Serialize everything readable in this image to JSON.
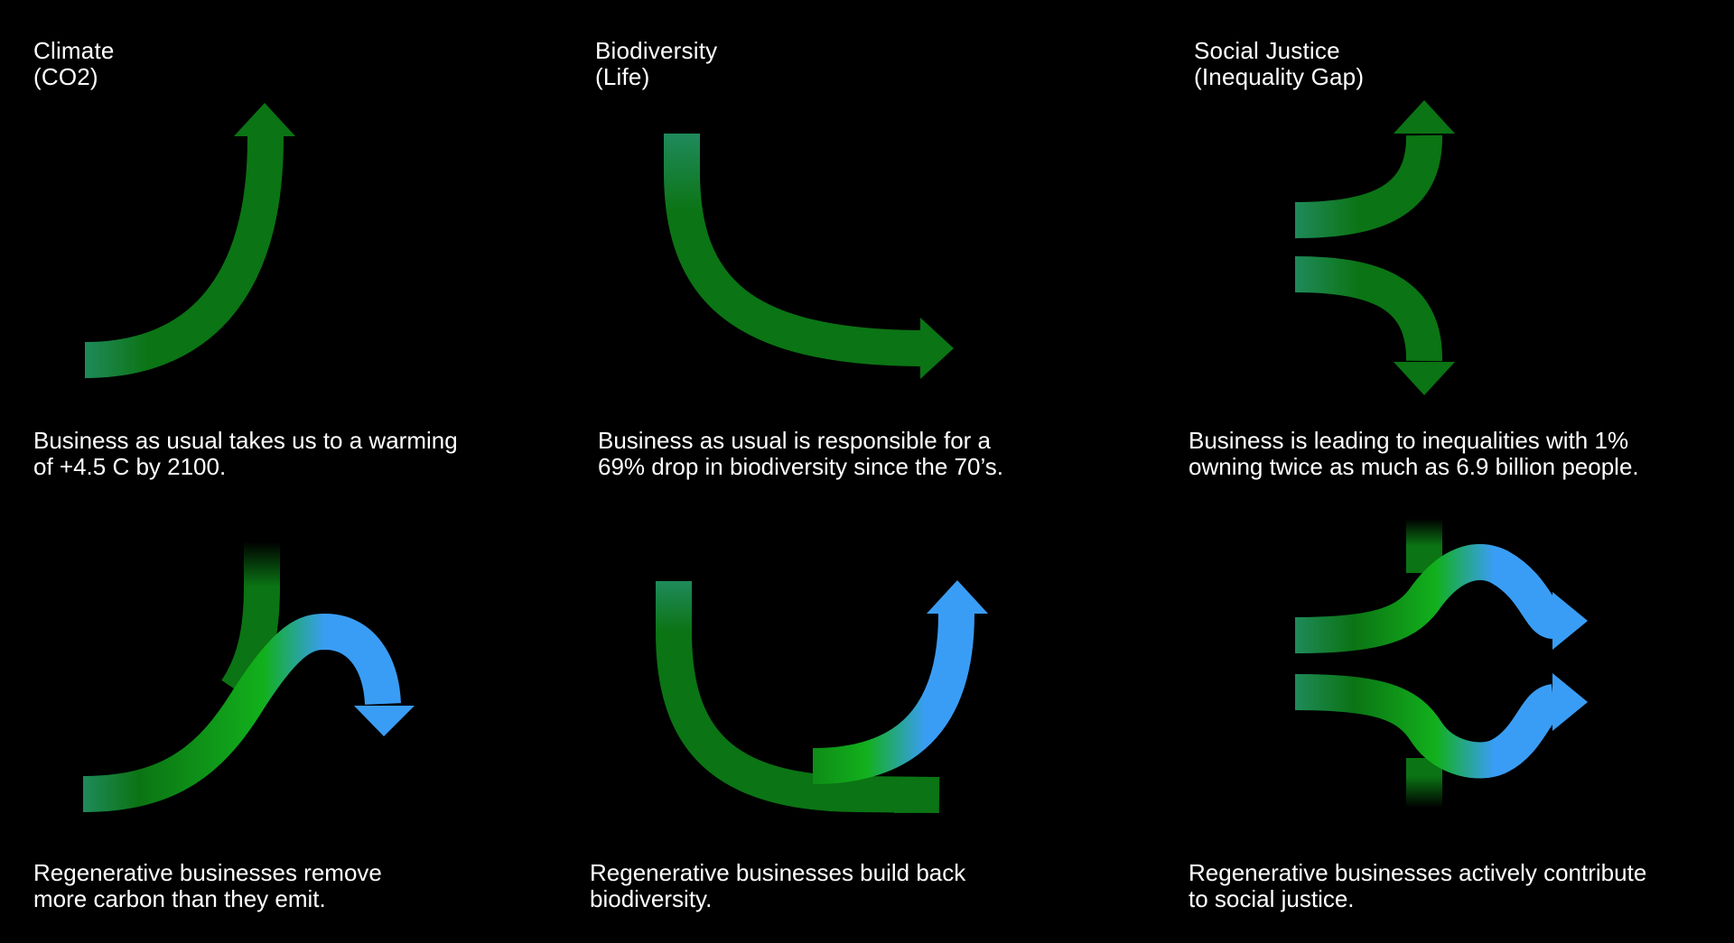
{
  "columns": [
    {
      "title_line1": "Climate",
      "title_line2": "(CO2)",
      "top_caption_line1": "Business as usual takes us to a warming",
      "top_caption_line2": "of +4.5 C by 2100.",
      "bottom_caption_line1": "Regenerative businesses remove",
      "bottom_caption_line2": "more carbon than they emit."
    },
    {
      "title_line1": "Biodiversity",
      "title_line2": "(Life)",
      "top_caption_line1": "Business as usual is responsible for a",
      "top_caption_line2": "69% drop in biodiversity since the 70’s.",
      "bottom_caption_line1": "Regenerative businesses build back",
      "bottom_caption_line2": "biodiversity."
    },
    {
      "title_line1": "Social Justice",
      "title_line2": "(Inequality Gap)",
      "top_caption_line1": "Business is leading to inequalities with 1%",
      "top_caption_line2": "owning twice as much as 6.9 billion people.",
      "bottom_caption_line1": "Regenerative businesses actively contribute",
      "bottom_caption_line2": "to social justice."
    }
  ],
  "colors": {
    "background": "#000000",
    "text": "#ffffff",
    "dark_green": "#0b7414",
    "teal_green": "#1f8a5a",
    "bright_green": "#12b01c",
    "blue": "#3a9df5"
  }
}
